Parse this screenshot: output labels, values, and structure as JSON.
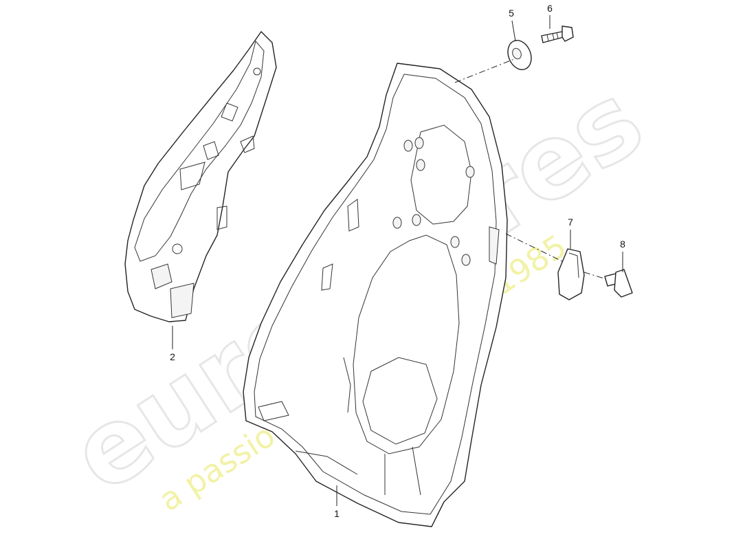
{
  "watermark": {
    "brand": "eurospares",
    "tagline": "a passion for parts since 1985"
  },
  "callouts": {
    "part_1": "1",
    "part_2": "2",
    "part_5": "5",
    "part_6": "6",
    "part_7": "7",
    "part_8": "8"
  },
  "colors": {
    "outline": "#222222",
    "watermark_grey": "#e6e6e6",
    "watermark_yellow": "#f2f2a8"
  }
}
